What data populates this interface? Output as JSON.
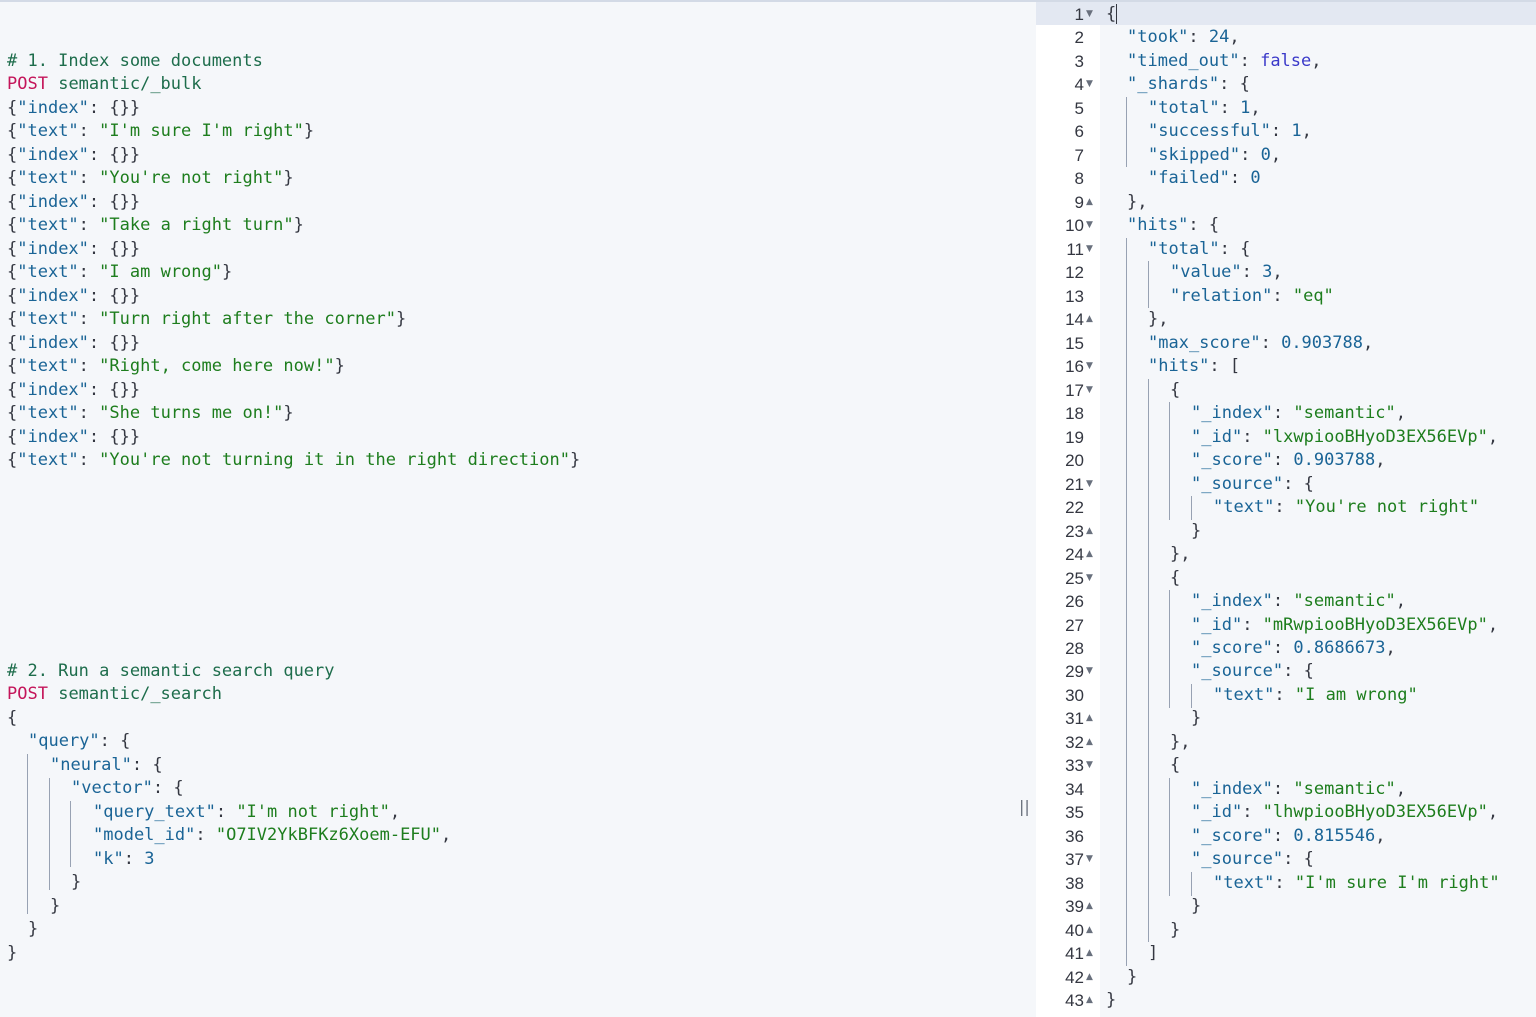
{
  "console": {
    "request": {
      "block1": {
        "comment": "# 1. Index some documents",
        "method": "POST",
        "path": "semantic/_bulk",
        "documents": [
          "I'm sure I'm right",
          "You're not right",
          "Take a right turn",
          "I am wrong",
          "Turn right after the corner",
          "Right, come here now!",
          "She turns me on!",
          "You're not turning it in the right direction"
        ],
        "index_key": "\"index\"",
        "text_key": "\"text\""
      },
      "block2": {
        "comment": "# 2. Run a semantic search query",
        "method": "POST",
        "path": "semantic/_search",
        "query_key": "\"query\"",
        "neural_key": "\"neural\"",
        "vector_key": "\"vector\"",
        "query_text_key": "\"query_text\"",
        "query_text": "\"I'm not right\"",
        "model_id_key": "\"model_id\"",
        "model_id": "\"O7IV2YkBFKz6Xoem-EFU\"",
        "k_key": "\"k\"",
        "k": "3"
      }
    },
    "divider": {
      "handle_glyph": "||"
    },
    "response": {
      "line_numbers": [
        "1",
        "2",
        "3",
        "4",
        "5",
        "6",
        "7",
        "8",
        "9",
        "10",
        "11",
        "12",
        "13",
        "14",
        "15",
        "16",
        "17",
        "18",
        "19",
        "20",
        "21",
        "22",
        "23",
        "24",
        "25",
        "26",
        "27",
        "28",
        "29",
        "30",
        "31",
        "32",
        "33",
        "34",
        "35",
        "36",
        "37",
        "38",
        "39",
        "40",
        "41",
        "42",
        "43"
      ],
      "took": "24",
      "timed_out": "false",
      "shards": {
        "total": "1",
        "successful": "1",
        "skipped": "0",
        "failed": "0"
      },
      "hits_total": {
        "value": "3",
        "relation": "\"eq\""
      },
      "max_score": "0.903788",
      "hits": [
        {
          "index": "\"semantic\"",
          "id": "\"lxwpiooBHyoD3EX56EVp\"",
          "score": "0.903788",
          "text": "\"You're not right\""
        },
        {
          "index": "\"semantic\"",
          "id": "\"mRwpiooBHyoD3EX56EVp\"",
          "score": "0.8686673",
          "text": "\"I am wrong\""
        },
        {
          "index": "\"semantic\"",
          "id": "\"lhwpiooBHyoD3EX56EVp\"",
          "score": "0.815546",
          "text": "\"I'm sure I'm right\""
        }
      ],
      "keys": {
        "took": "\"took\"",
        "timed_out": "\"timed_out\"",
        "shards": "\"_shards\"",
        "total": "\"total\"",
        "successful": "\"successful\"",
        "skipped": "\"skipped\"",
        "failed": "\"failed\"",
        "hits": "\"hits\"",
        "value": "\"value\"",
        "relation": "\"relation\"",
        "max_score": "\"max_score\"",
        "index": "\"_index\"",
        "id": "\"_id\"",
        "score": "\"_score\"",
        "source": "\"_source\"",
        "text": "\"text\""
      }
    },
    "colors": {
      "background": "#f5f7fa",
      "method": "#c4155a",
      "comment": "#1e6d4c",
      "key": "#1a6496",
      "string": "#1d7d1d",
      "boolean": "#3a39c9",
      "active_line": "#e3e8f2"
    }
  }
}
